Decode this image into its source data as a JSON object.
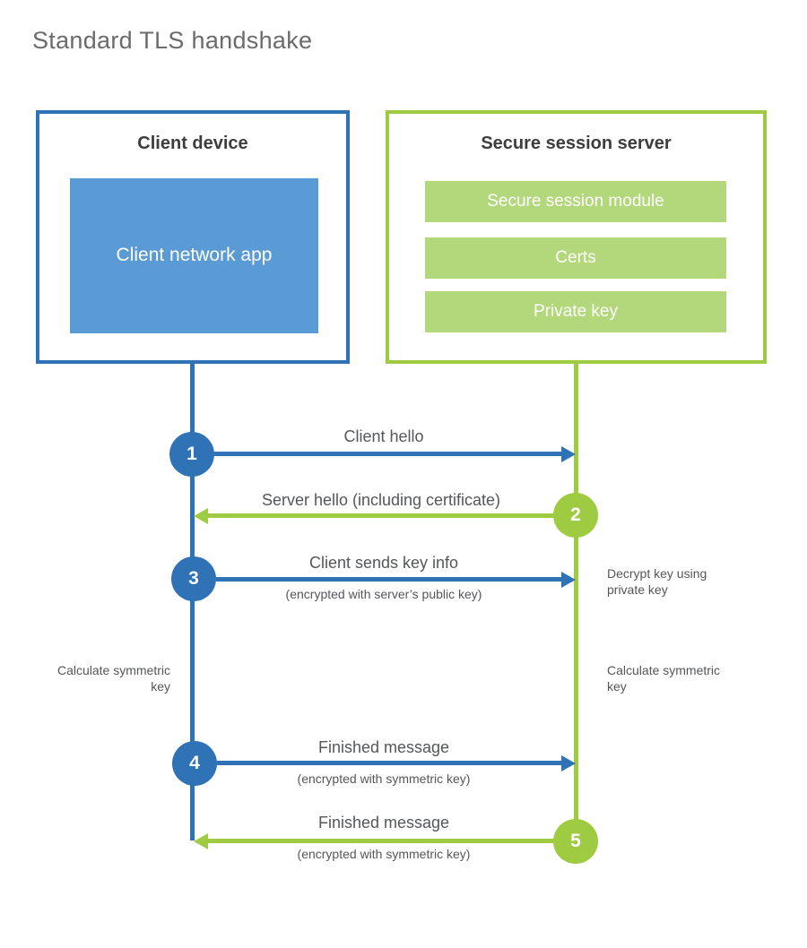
{
  "title": "Standard TLS handshake",
  "colors": {
    "blue_stroke": "#2f73b6",
    "blue_fill": "#5b9bd5",
    "green_stroke": "#9ecb41",
    "green_fill": "#b3d87b",
    "heading_text": "#3d3d3d",
    "label_text": "#54565a"
  },
  "client_box": {
    "heading": "Client device",
    "app_label": "Client network app"
  },
  "server_box": {
    "heading": "Secure session server",
    "modules": [
      "Secure session module",
      "Certs",
      "Private key"
    ]
  },
  "steps": [
    {
      "num": "1",
      "direction": "right",
      "label": "Client hello",
      "sub": ""
    },
    {
      "num": "2",
      "direction": "left",
      "label": "Server hello (including certificate)",
      "sub": ""
    },
    {
      "num": "3",
      "direction": "right",
      "label": "Client sends key info",
      "sub": "(encrypted with server’s public key)"
    },
    {
      "num": "4",
      "direction": "right",
      "label": "Finished message",
      "sub": "(encrypted with symmetric key)"
    },
    {
      "num": "5",
      "direction": "left",
      "label": "Finished message",
      "sub": "(encrypted with symmetric key)"
    }
  ],
  "side_notes": {
    "decrypt": "Decrypt key using private key",
    "calc_left": "Calculate symmetric key",
    "calc_right": "Calculate symmetric key"
  }
}
